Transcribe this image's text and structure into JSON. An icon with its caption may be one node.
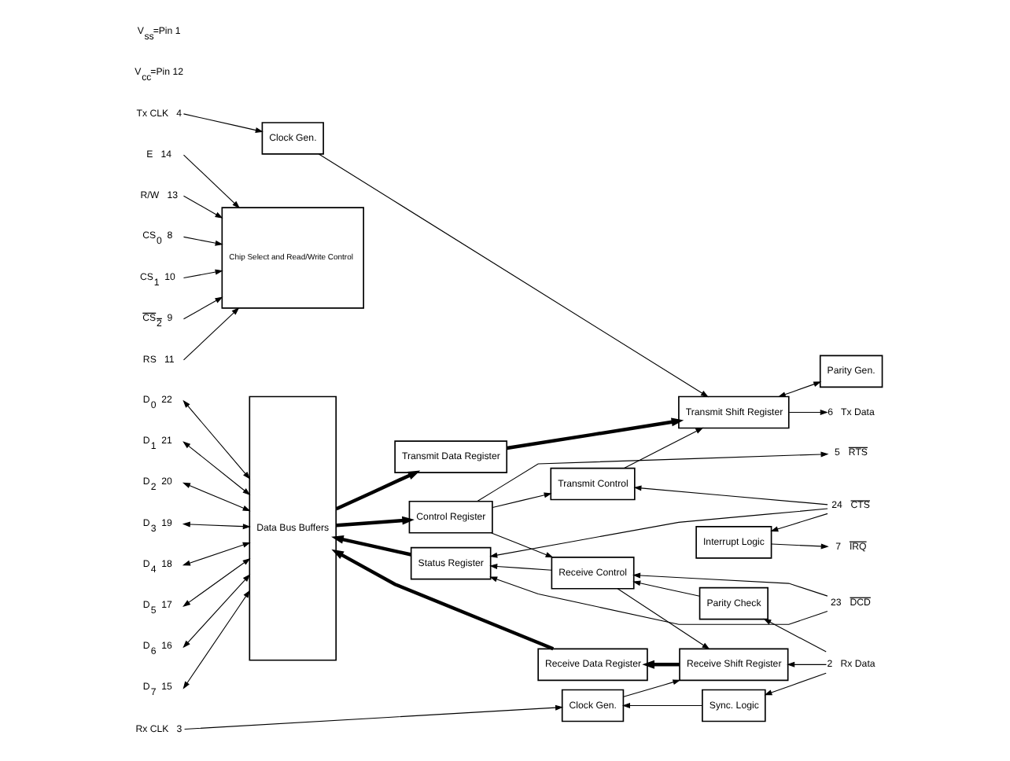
{
  "diagram": {
    "nodes": [
      {
        "text": [
          "Tx CLK",
          "4"
        ]
      },
      {
        "text": [
          "E",
          "14"
        ]
      },
      {
        "text": [
          "R/W",
          "13"
        ]
      },
      {
        "text": [
          "CS$_{0}$",
          "8"
        ]
      },
      {
        "text": [
          "CS$_{1}$",
          "10"
        ]
      },
      {
        "text": [
          "CS$_{2}$",
          "9"
        ]
      },
      {
        "text": [
          "RS",
          "11"
        ]
      },
      {
        "text": [
          "D$_{0}$",
          "22"
        ]
      },
      {
        "text": [
          "D$_{1}$",
          "21"
        ]
      },
      {
        "text": [
          "D$_{2}$",
          "20"
        ]
      },
      {
        "text": [
          "D$_{3}$",
          "19"
        ]
      },
      {
        "text": [
          "D$_{4}$",
          "18"
        ]
      },
      {
        "text": [
          "D$_{5}$",
          "17"
        ]
      },
      {
        "text": [
          "D$_{6}$",
          "16"
        ]
      },
      {
        "text": [
          "D$_{7}$",
          "15"
        ]
      },
      {
        "text": [
          "Chip Select and Read/Write Control"
        ]
      },
      {
        "text": [
          "Data Bus Buffers"
        ]
      },
      {
        "text": [
          "Transmit Data Register"
        ]
      },
      {
        "text": [
          "Status Register"
        ]
      },
      {
        "text": [
          "Control Register"
        ]
      },
      {
        "text": [
          "Receive Data Register"
        ]
      },
      {
        "text": [
          "Clock Gen."
        ]
      },
      {
        "text": [
          "Parity Gen."
        ]
      },
      {
        "text": [
          "Transmit Shift Register"
        ]
      },
      {
        "text": [
          "Transmit Control"
        ]
      },
      {
        "text": [
          "Interrupt Logic"
        ]
      },
      {
        "text": [
          "Receive Control"
        ]
      },
      {
        "text": [
          "Parity Check"
        ]
      },
      {
        "text": [
          "Receive Shift Register"
        ]
      },
      {
        "text": [
          "Clock Gen."
        ]
      },
      {
        "text": [
          "Sync. Logic"
        ]
      },
      {
        "text": [
          "6",
          "Tx Data"
        ]
      },
      {
        "text": [
          "24",
          "CTS"
        ]
      },
      {
        "text": [
          "7",
          "IRQ"
        ]
      },
      {
        "text": [
          "23",
          "DCD"
        ]
      },
      {
        "text": [
          "5",
          "RTS"
        ]
      },
      {
        "text": [
          "2",
          "Rx Data"
        ]
      },
      {
        "text": [
          "Rx CLK",
          "3"
        ]
      }
    ],
    "edges": [
      {
        "from": 0,
        "to": 21,
        "arrow": "to"
      },
      {
        "from": 1,
        "to": 15,
        "arrow": "to"
      },
      {
        "from": 2,
        "to": 15,
        "arrow": "to"
      },
      {
        "from": 3,
        "to": 15,
        "arrow": "to"
      },
      {
        "from": 4,
        "to": 15,
        "arrow": "to"
      },
      {
        "from": 5,
        "to": 15,
        "arrow": "to"
      },
      {
        "from": 6,
        "to": 15,
        "arrow": "to"
      },
      {
        "from": 7,
        "to": 16,
        "arrow": "both"
      },
      {
        "from": 8,
        "to": 16,
        "arrow": "both"
      },
      {
        "from": 9,
        "to": 16,
        "arrow": "both"
      },
      {
        "from": 10,
        "to": 16,
        "arrow": "both"
      },
      {
        "from": 11,
        "to": 16,
        "arrow": "both"
      },
      {
        "from": 12,
        "to": 16,
        "arrow": "both"
      },
      {
        "from": 13,
        "to": 16,
        "arrow": "both"
      },
      {
        "from": 14,
        "to": 16,
        "arrow": "both"
      },
      {
        "from": 16,
        "to": 17,
        "arrow": "to",
        "style": "thick"
      },
      {
        "from": 18,
        "to": 16,
        "arrow": "to",
        "style": "thick"
      },
      {
        "from": 16,
        "to": 19,
        "arrow": "to",
        "style": "thick"
      },
      {
        "from": 20,
        "to": 16,
        "arrow": "to",
        "style": "thick"
      },
      {
        "from": 21,
        "to": 23,
        "arrow": "to"
      },
      {
        "from": 22,
        "to": 23,
        "arrow": "both"
      },
      {
        "from": 17,
        "to": 23,
        "arrow": "to",
        "style": "thick"
      },
      {
        "from": 23,
        "to": 31,
        "arrow": "to"
      },
      {
        "from": 24,
        "to": 23,
        "arrow": "to"
      },
      {
        "from": 19,
        "to": 24,
        "arrow": "to"
      },
      {
        "from": 32,
        "to": 24,
        "arrow": "to"
      },
      {
        "from": 32,
        "to": 18,
        "arrow": "to"
      },
      {
        "from": 32,
        "to": 25,
        "arrow": "to"
      },
      {
        "from": 25,
        "to": 33,
        "arrow": "to"
      },
      {
        "from": 34,
        "to": 18,
        "arrow": "to"
      },
      {
        "from": 34,
        "to": 26,
        "arrow": "to"
      },
      {
        "from": 26,
        "to": 18,
        "arrow": "to"
      },
      {
        "from": 19,
        "to": 35,
        "arrow": "to"
      },
      {
        "from": 19,
        "to": 26,
        "arrow": "to"
      },
      {
        "from": 27,
        "to": 26,
        "arrow": "to"
      },
      {
        "from": 26,
        "to": 28,
        "arrow": "to"
      },
      {
        "from": 28,
        "to": 20,
        "arrow": "to",
        "style": "thick"
      },
      {
        "from": 36,
        "to": 28,
        "arrow": "to"
      },
      {
        "from": 36,
        "to": 27,
        "arrow": "to"
      },
      {
        "from": 36,
        "to": 30,
        "arrow": "to"
      },
      {
        "from": 30,
        "to": 29,
        "arrow": "to"
      },
      {
        "from": 29,
        "to": 28,
        "arrow": "to"
      },
      {
        "from": 37,
        "to": 29,
        "arrow": "to"
      }
    ],
    "labels": [
      "V$_{cc}$=Pin 12",
      "V$_{ss}$=Pin 1"
    ]
  }
}
